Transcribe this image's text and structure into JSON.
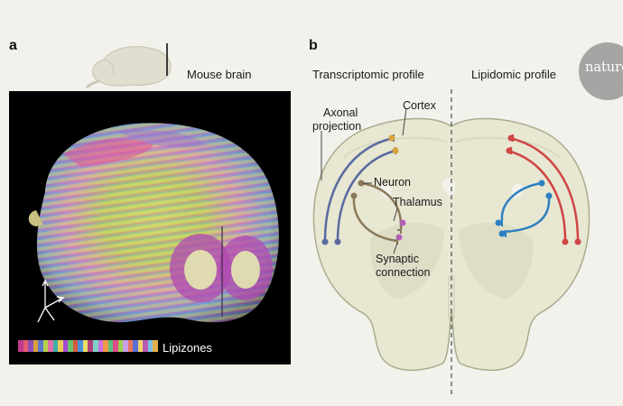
{
  "panel_a": {
    "letter": "a",
    "mouse_brain_label": "Mouse brain",
    "lipizones_label": "Lipizones",
    "lipizone_colors": [
      "#c2398f",
      "#e55a6f",
      "#8e4fb5",
      "#d9a13b",
      "#5f79c9",
      "#b8d14b",
      "#e16fa8",
      "#3fb0a8",
      "#f0c85a",
      "#a24ad0",
      "#6ac36b",
      "#d85a3d",
      "#4a8fd8",
      "#e8e06a",
      "#b3417a",
      "#7fd1c8",
      "#cf6fe0",
      "#f09a4a",
      "#5bbf7a",
      "#e04a8a",
      "#9ad04f",
      "#c8a0e8",
      "#e8765e",
      "#5a6fd0",
      "#f2d36a",
      "#b85ab8",
      "#7fc0e0",
      "#e3b04a"
    ]
  },
  "panel_b": {
    "letter": "b",
    "transcriptomic_label": "Transcriptomic profile",
    "lipidomic_label": "Lipidomic profile",
    "labels": {
      "axonal_line1": "Axonal",
      "axonal_line2": "projection",
      "cortex": "Cortex",
      "neuron": "Neuron",
      "thalamus": "Thalamus",
      "synaptic_line1": "Synaptic",
      "synaptic_line2": "connection"
    },
    "colors": {
      "outline": "#a9ad8c",
      "fill": "#e7e7d2",
      "axon_left": "#5a6aa0",
      "neuron_left": "#8a7a5a",
      "axon_right_red": "#d04545",
      "axon_right_blue": "#2f7fc0",
      "synapse_orange": "#d9a33a",
      "synapse_purple": "#b25fb8"
    }
  },
  "logo": {
    "text": "nature"
  }
}
